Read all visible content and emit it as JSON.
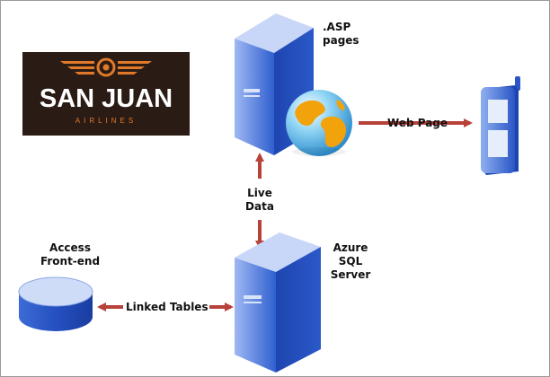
{
  "logo": {
    "name": "SAN JUAN",
    "subtitle": "AIRLINES"
  },
  "nodes": {
    "asp_server": {
      "label_line1": ".ASP",
      "label_line2": "pages"
    },
    "web_globe": {
      "icon": "globe-icon"
    },
    "mobile": {
      "icon": "mobile-phone-icon"
    },
    "access": {
      "label_line1": "Access",
      "label_line2": "Front-end"
    },
    "sql_server": {
      "label_line1": "Azure",
      "label_line2": "SQL",
      "label_line3": "Server"
    }
  },
  "connections": {
    "web_page": "Web Page",
    "live_data_line1": "Live",
    "live_data_line2": "Data",
    "linked_tables": "Linked Tables"
  },
  "colors": {
    "server_blue": "#3f6fd8",
    "arrow_red": "#b8423a",
    "logo_bg": "#2b1b15",
    "logo_orange": "#e07a2a"
  }
}
